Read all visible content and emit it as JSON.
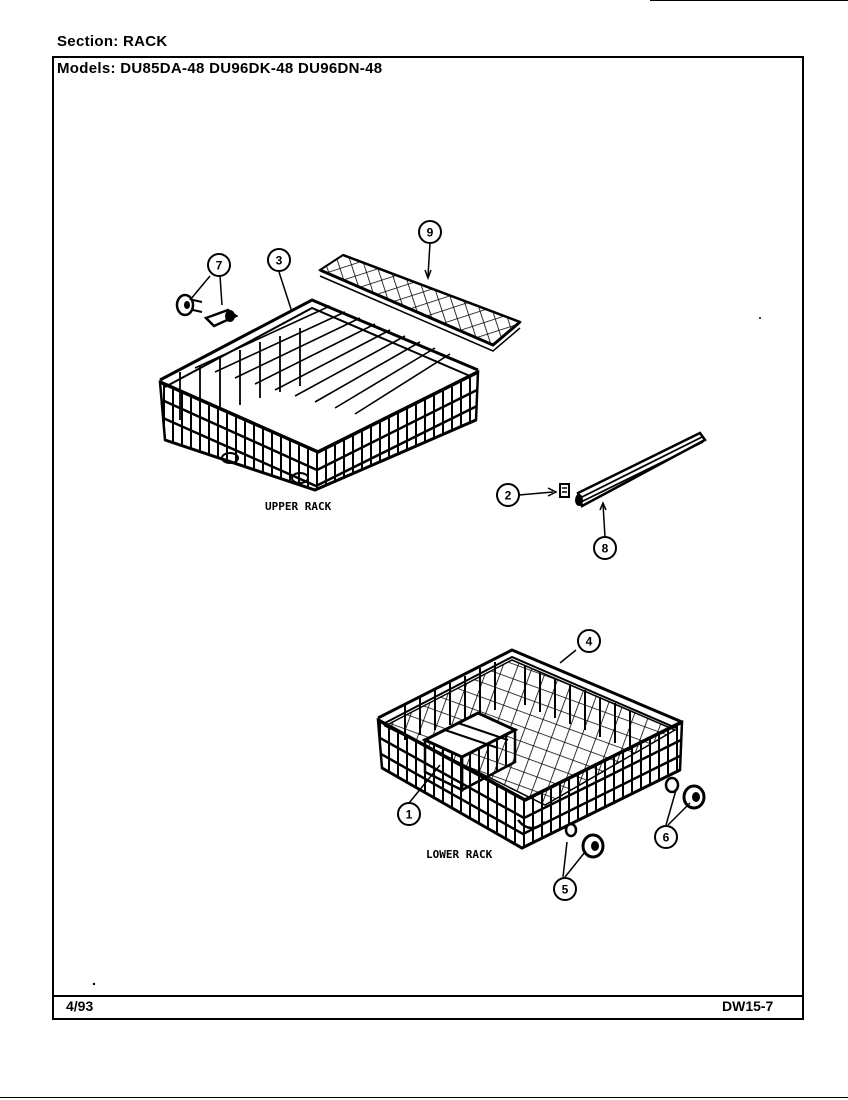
{
  "header": {
    "section": "Section:  RACK",
    "models": "Models:  DU85DA-48   DU96DK-48   DU96DN-48"
  },
  "labels": {
    "upper_rack": "UPPER RACK",
    "lower_rack": "LOWER RACK"
  },
  "callouts": [
    "1",
    "2",
    "3",
    "4",
    "5",
    "6",
    "7",
    "8",
    "9"
  ],
  "footer": {
    "date": "4/93",
    "code": "DW15-7"
  }
}
